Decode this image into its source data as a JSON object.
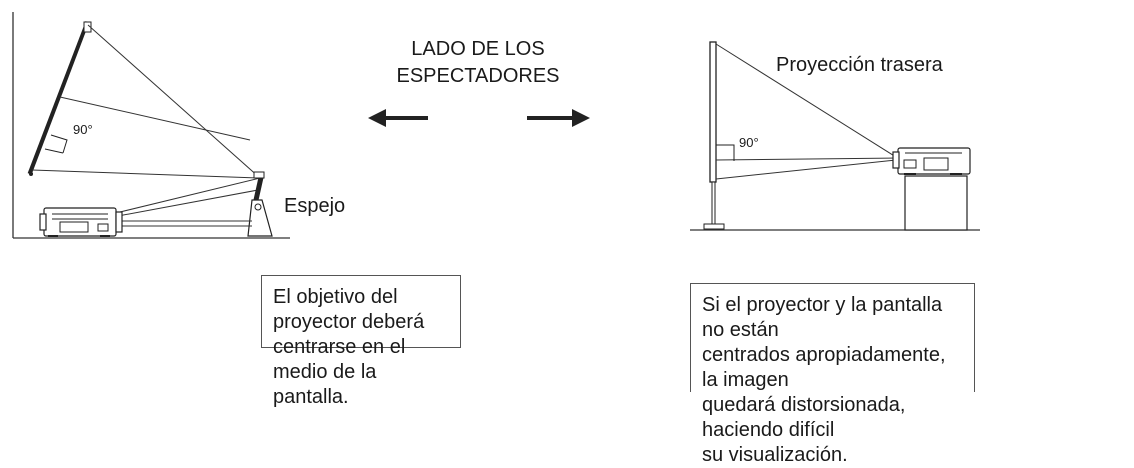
{
  "viewer_side": {
    "line1": "LADO DE LOS",
    "line2": "ESPECTADORES"
  },
  "left_panel": {
    "angle_label": "90°",
    "mirror_label": "Espejo"
  },
  "right_panel": {
    "title": "Proyección trasera",
    "angle_label": "90°"
  },
  "notes": {
    "left": {
      "line1": "El objetivo del proyector deberá",
      "line2": "centrarse en el medio de la pantalla."
    },
    "right": {
      "line1": "Si el proyector y la pantalla no están",
      "line2": "centrados apropiadamente, la imagen",
      "line3": "quedará distorsionada, haciendo difícil",
      "line4": "su visualización."
    }
  }
}
